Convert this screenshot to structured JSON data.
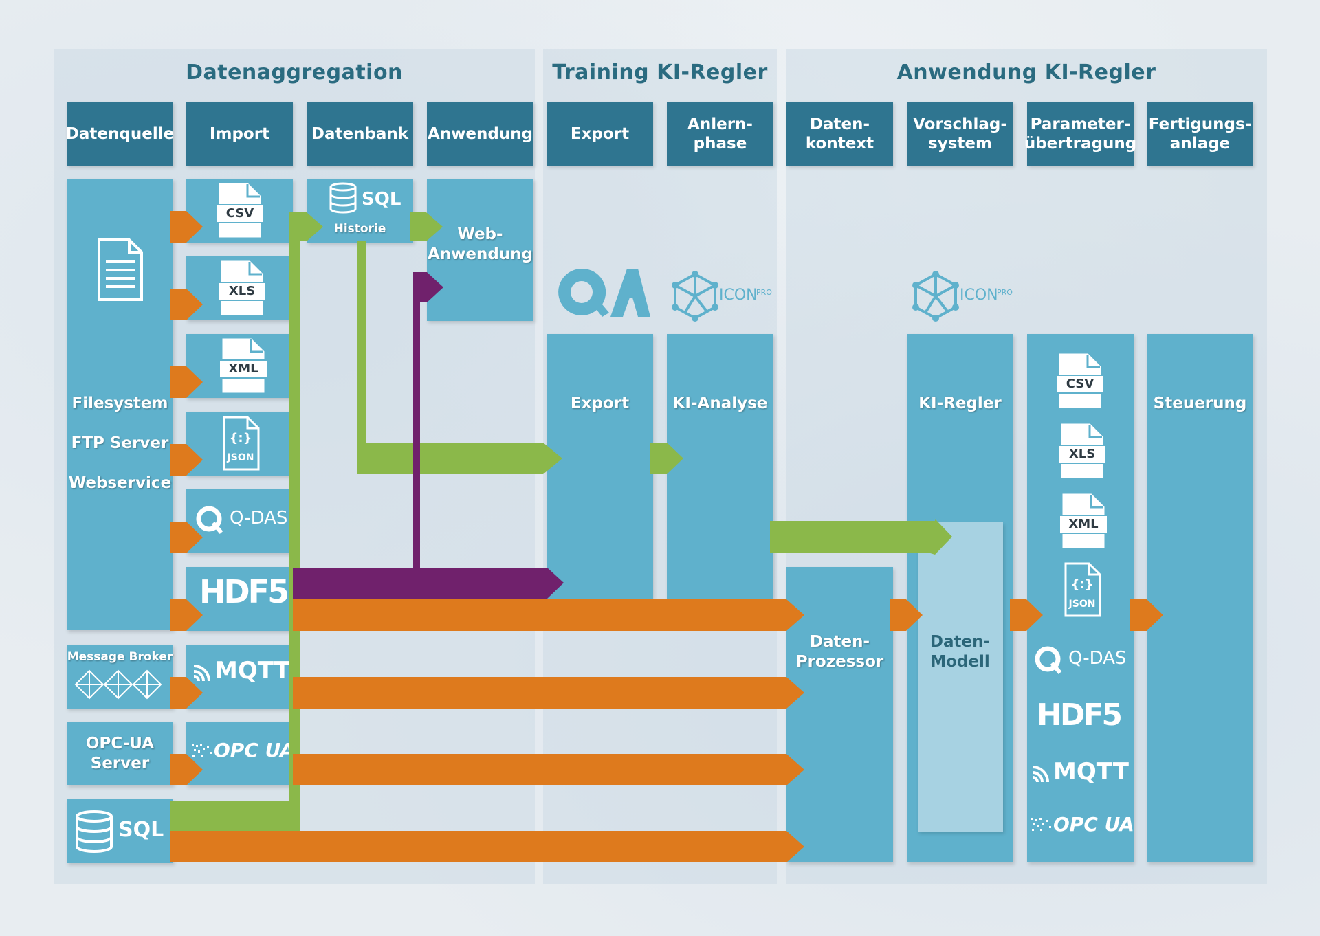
{
  "sections": {
    "datenaggregation": "Datenaggregation",
    "training": "Training KI-Regler",
    "anwendung": "Anwendung KI-Regler"
  },
  "headers": {
    "datenquelle": "Datenquelle",
    "import": "Import",
    "datenbank": "Datenbank",
    "anwendung": "Anwendung",
    "export": "Export",
    "anlernphase": "Anlern-\nphase",
    "datenkontext": "Daten-\nkontext",
    "vorschlagsystem": "Vorschlag-\nsystem",
    "parameter": "Parameter-\nübertragung",
    "fertigung": "Fertigungs-\nanlage"
  },
  "sources": {
    "filesystem": "Filesystem",
    "ftp": "FTP Server",
    "webservice": "Webservice",
    "message_broker": "Message Broker",
    "opcua_server": "OPC-UA\nServer",
    "sql": "SQL"
  },
  "import_formats": {
    "csv": "CSV",
    "xls": "XLS",
    "xml": "XML",
    "json": "JSON",
    "qdas": "Q-DAS",
    "hdf5": "HDF5",
    "mqtt": "MQTT",
    "opcua": "OPC UA"
  },
  "datenbank": {
    "sql": "SQL",
    "historie": "Historie"
  },
  "anwendung": {
    "web": "Web-\nAnwendung"
  },
  "training": {
    "qa_logo": "QA",
    "iconpro_logo": "ICON",
    "iconpro_sup": "PRO",
    "export": "Export",
    "ki_analyse": "KI-Analyse"
  },
  "anwendung_ki": {
    "iconpro_logo": "ICON",
    "iconpro_sup": "PRO",
    "ki_regler": "KI-Regler",
    "datenprozessor": "Daten-\nProzessor",
    "datenmodell": "Daten-\nModell",
    "steuerung": "Steuerung"
  },
  "parameter_formats": {
    "csv": "CSV",
    "xls": "XLS",
    "xml": "XML",
    "json": "JSON",
    "qdas": "Q-DAS",
    "hdf5": "HDF5",
    "mqtt": "MQTT",
    "opcua": "OPC UA"
  },
  "colors": {
    "header": "#2f7590",
    "box": "#5fb1cc",
    "orange": "#de7a1d",
    "green": "#8bb84a",
    "purple": "#70216c",
    "title": "#2a6b80"
  },
  "icons": [
    "document-icon",
    "database-icon",
    "file-csv-icon",
    "file-xls-icon",
    "file-xml-icon",
    "file-json-icon",
    "qdas-logo",
    "hdf5-logo",
    "mqtt-logo",
    "opcua-logo",
    "message-broker-icon",
    "qa-logo",
    "iconpro-logo",
    "arrow-right-icon"
  ]
}
